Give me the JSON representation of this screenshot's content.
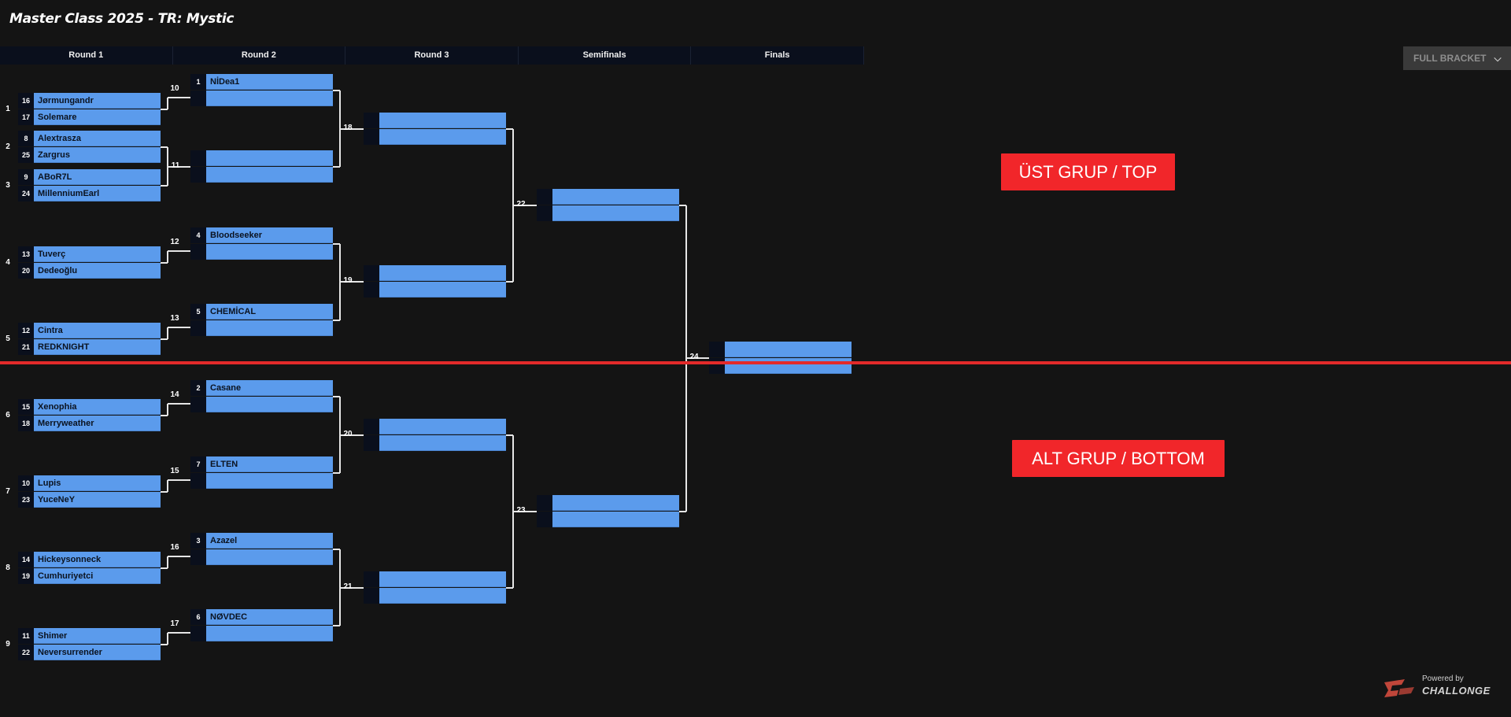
{
  "page": {
    "title": "Master Class 2025 - TR: Mystic"
  },
  "rounds": [
    "Round 1",
    "Round 2",
    "Round 3",
    "Semifinals",
    "Finals"
  ],
  "full_bracket_label": "FULL BRACKET",
  "labels": {
    "top": "ÜST GRUP / TOP",
    "bottom": "ALT GRUP / BOTTOM"
  },
  "powered": {
    "line1": "Powered by",
    "line2": "CHALLONGE"
  },
  "colors": {
    "slot_bg": "#5b9bec",
    "seed_bg": "#0a0f1c",
    "accent_red": "#e32a2a"
  },
  "round1": [
    {
      "num": "1",
      "p1": {
        "seed": "16",
        "name": "Jørmungandr"
      },
      "p2": {
        "seed": "17",
        "name": "Solemare"
      }
    },
    {
      "num": "2",
      "p1": {
        "seed": "8",
        "name": "Alextrasza"
      },
      "p2": {
        "seed": "25",
        "name": "Zargrus"
      }
    },
    {
      "num": "3",
      "p1": {
        "seed": "9",
        "name": "ABoR7L"
      },
      "p2": {
        "seed": "24",
        "name": "MillenniumEarl"
      }
    },
    {
      "num": "4",
      "p1": {
        "seed": "13",
        "name": "Tuverç"
      },
      "p2": {
        "seed": "20",
        "name": "Dedeoğlu"
      }
    },
    {
      "num": "5",
      "p1": {
        "seed": "12",
        "name": "Cintra"
      },
      "p2": {
        "seed": "21",
        "name": "REDKNIGHT"
      }
    },
    {
      "num": "6",
      "p1": {
        "seed": "15",
        "name": "Xenophia"
      },
      "p2": {
        "seed": "18",
        "name": "Merryweather"
      }
    },
    {
      "num": "7",
      "p1": {
        "seed": "10",
        "name": "Lupis"
      },
      "p2": {
        "seed": "23",
        "name": "YuceNeY"
      }
    },
    {
      "num": "8",
      "p1": {
        "seed": "14",
        "name": "Hickeysonneck"
      },
      "p2": {
        "seed": "19",
        "name": "Cumhuriyetci"
      }
    },
    {
      "num": "9",
      "p1": {
        "seed": "11",
        "name": "Shimer"
      },
      "p2": {
        "seed": "22",
        "name": "Neversurrender"
      }
    }
  ],
  "round2": [
    {
      "num": "10",
      "p1": {
        "seed": "1",
        "name": "NİDea1"
      },
      "p2": {
        "seed": "",
        "name": ""
      }
    },
    {
      "num": "11",
      "p1": {
        "seed": "",
        "name": ""
      },
      "p2": {
        "seed": "",
        "name": ""
      }
    },
    {
      "num": "12",
      "p1": {
        "seed": "4",
        "name": "Bloodseeker"
      },
      "p2": {
        "seed": "",
        "name": ""
      }
    },
    {
      "num": "13",
      "p1": {
        "seed": "5",
        "name": "CHEMİCAL"
      },
      "p2": {
        "seed": "",
        "name": ""
      }
    },
    {
      "num": "14",
      "p1": {
        "seed": "2",
        "name": "Casane"
      },
      "p2": {
        "seed": "",
        "name": ""
      }
    },
    {
      "num": "15",
      "p1": {
        "seed": "7",
        "name": "ELTEN"
      },
      "p2": {
        "seed": "",
        "name": ""
      }
    },
    {
      "num": "16",
      "p1": {
        "seed": "3",
        "name": "Azazel"
      },
      "p2": {
        "seed": "",
        "name": ""
      }
    },
    {
      "num": "17",
      "p1": {
        "seed": "6",
        "name": "NØVDEC"
      },
      "p2": {
        "seed": "",
        "name": ""
      }
    }
  ],
  "round3": [
    {
      "num": "18",
      "p1": {
        "seed": "",
        "name": ""
      },
      "p2": {
        "seed": "",
        "name": ""
      }
    },
    {
      "num": "19",
      "p1": {
        "seed": "",
        "name": ""
      },
      "p2": {
        "seed": "",
        "name": ""
      }
    },
    {
      "num": "20",
      "p1": {
        "seed": "",
        "name": ""
      },
      "p2": {
        "seed": "",
        "name": ""
      }
    },
    {
      "num": "21",
      "p1": {
        "seed": "",
        "name": ""
      },
      "p2": {
        "seed": "",
        "name": ""
      }
    }
  ],
  "semifinals": [
    {
      "num": "22",
      "p1": {
        "seed": "",
        "name": ""
      },
      "p2": {
        "seed": "",
        "name": ""
      }
    },
    {
      "num": "23",
      "p1": {
        "seed": "",
        "name": ""
      },
      "p2": {
        "seed": "",
        "name": ""
      }
    }
  ],
  "finals": [
    {
      "num": "24",
      "p1": {
        "seed": "",
        "name": ""
      },
      "p2": {
        "seed": "",
        "name": ""
      }
    }
  ]
}
